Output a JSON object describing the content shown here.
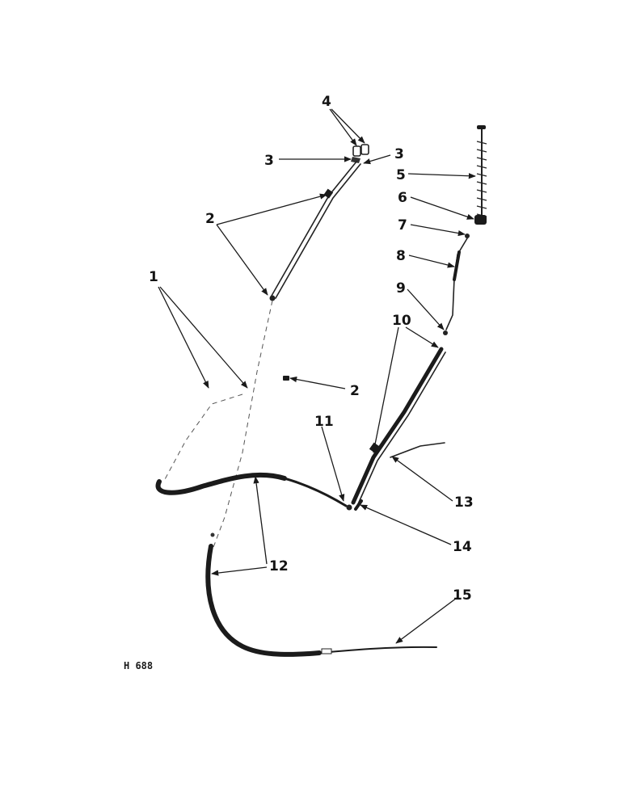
{
  "figure": {
    "id": "H 688",
    "callouts": {
      "c1": "1",
      "c2a": "2",
      "c2b": "2",
      "c3a": "3",
      "c3b": "3",
      "c4": "4",
      "c5": "5",
      "c6": "6",
      "c7": "7",
      "c8": "8",
      "c9": "9",
      "c10": "10",
      "c11": "11",
      "c12": "12",
      "c13": "13",
      "c14": "14",
      "c15": "15"
    }
  }
}
